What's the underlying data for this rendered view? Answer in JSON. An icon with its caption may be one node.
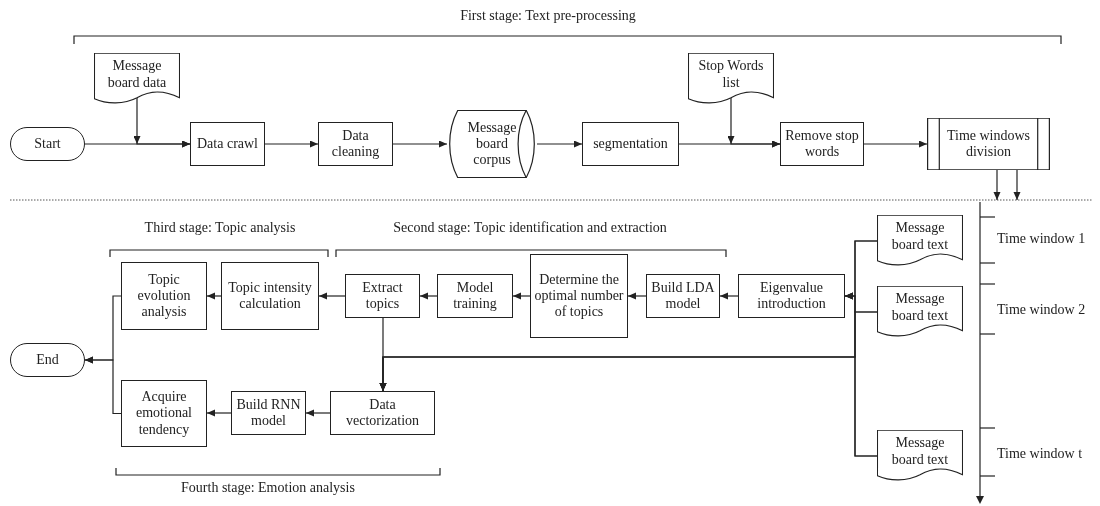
{
  "diagram": {
    "nodes": [
      {
        "text": [
          "Start"
        ]
      },
      {
        "text": [
          "Message board data"
        ]
      },
      {
        "text": [
          "Data crawl"
        ]
      },
      {
        "text": [
          "Data cleaning"
        ]
      },
      {
        "text": [
          "Message board corpus"
        ]
      },
      {
        "text": [
          "segmentation"
        ]
      },
      {
        "text": [
          "Stop Words list"
        ]
      },
      {
        "text": [
          "Remove stop words"
        ]
      },
      {
        "text": [
          "Time windows division"
        ]
      },
      {
        "text": [
          "Message board text"
        ]
      },
      {
        "text": [
          "Message board text"
        ]
      },
      {
        "text": [
          "Message board text"
        ]
      },
      {
        "text": [
          "Eigenvalue introduction"
        ]
      },
      {
        "text": [
          "Build LDA model"
        ]
      },
      {
        "text": [
          "Determine the optimal number of topics"
        ]
      },
      {
        "text": [
          "Model training"
        ]
      },
      {
        "text": [
          "Extract topics"
        ]
      },
      {
        "text": [
          "Topic intensity calculation"
        ]
      },
      {
        "text": [
          "Topic evolution analysis"
        ]
      },
      {
        "text": [
          "Data vectorization"
        ]
      },
      {
        "text": [
          "Build RNN model"
        ]
      },
      {
        "text": [
          "Acquire emotional tendency"
        ]
      },
      {
        "text": [
          "End"
        ]
      },
      {
        "text": [],
        "shape": "line"
      }
    ],
    "edges": [
      {
        "from": 0,
        "to": 2,
        "arrow": "to"
      },
      {
        "from": 1,
        "to": 2,
        "arrow": "to"
      },
      {
        "from": 2,
        "to": 3,
        "arrow": "to"
      },
      {
        "from": 3,
        "to": 4,
        "arrow": "to"
      },
      {
        "from": 4,
        "to": 5,
        "arrow": "to"
      },
      {
        "from": 5,
        "to": 7,
        "arrow": "to"
      },
      {
        "from": 6,
        "to": 7,
        "arrow": "to"
      },
      {
        "from": 7,
        "to": 8,
        "arrow": "to"
      },
      {
        "from": 8,
        "to": 23,
        "arrow": "to"
      },
      {
        "from": 8,
        "to": 23,
        "arrow": "to"
      },
      {
        "from": 9,
        "to": 12,
        "arrow": "to"
      },
      {
        "from": 10,
        "to": 12,
        "arrow": "to"
      },
      {
        "from": 11,
        "to": 12,
        "arrow": "to"
      },
      {
        "from": 9,
        "to": 19,
        "arrow": "to"
      },
      {
        "from": 10,
        "to": 19,
        "arrow": "to"
      },
      {
        "from": 11,
        "to": 19,
        "arrow": "to"
      },
      {
        "from": 12,
        "to": 13,
        "arrow": "to"
      },
      {
        "from": 13,
        "to": 14,
        "arrow": "to"
      },
      {
        "from": 14,
        "to": 15,
        "arrow": "to"
      },
      {
        "from": 15,
        "to": 16,
        "arrow": "to"
      },
      {
        "from": 16,
        "to": 17,
        "arrow": "to"
      },
      {
        "from": 17,
        "to": 18,
        "arrow": "to"
      },
      {
        "from": 16,
        "to": 19,
        "arrow": "to"
      },
      {
        "from": 19,
        "to": 20,
        "arrow": "to"
      },
      {
        "from": 20,
        "to": 21,
        "arrow": "to"
      },
      {
        "from": 18,
        "to": 22,
        "arrow": "to"
      },
      {
        "from": 21,
        "to": 22,
        "arrow": "to"
      }
    ],
    "labels": [
      "First stage: Text pre-processing",
      "Third stage: Topic analysis",
      "Second stage: Topic identification and extraction",
      "Time window 1",
      "Time window 2",
      "Time window t",
      "Fourth stage: Emotion analysis"
    ]
  }
}
